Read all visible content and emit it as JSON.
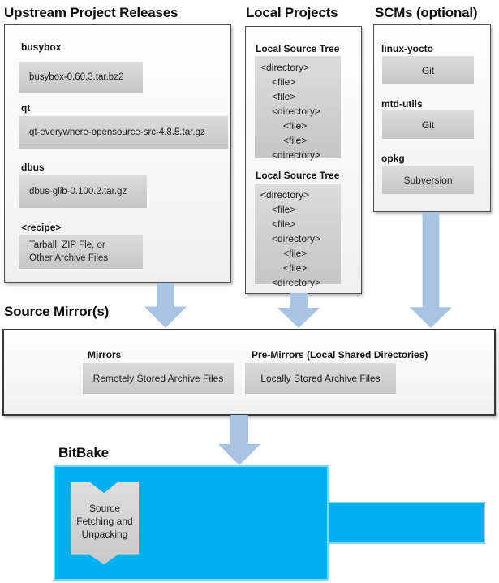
{
  "upstream": {
    "title": "Upstream Project Releases",
    "items": [
      {
        "name": "busybox",
        "artifact": "busybox-0.60.3.tar.bz2"
      },
      {
        "name": "qt",
        "artifact": "qt-everywhere-opensource-src-4.8.5.tar.gz"
      },
      {
        "name": "dbus",
        "artifact": "dbus-glib-0.100.2.tar.gz"
      },
      {
        "name": "<recipe>",
        "artifact": "Tarball, ZIP Fle, or\nOther Archive Files"
      }
    ]
  },
  "local_projects": {
    "title": "Local Projects",
    "tree_label_1": "Local Source Tree",
    "tree_label_2": "Local Source Tree",
    "tree_lines": [
      "<directory>",
      "<file>",
      "<file>",
      "<directory>",
      "<file>",
      "<file>",
      "<directory>"
    ]
  },
  "scms": {
    "title": "SCMs (optional)",
    "items": [
      {
        "name": "linux-yocto",
        "scm": "Git"
      },
      {
        "name": "mtd-utils",
        "scm": "Git"
      },
      {
        "name": "opkg",
        "scm": "Subversion"
      }
    ]
  },
  "source_mirrors": {
    "title": "Source Mirror(s)",
    "mirrors": {
      "label": "Mirrors",
      "value": "Remotely Stored Archive Files"
    },
    "premirrors": {
      "label": "Pre-Mirrors (Local Shared Directories)",
      "value": "Locally Stored Archive Files"
    }
  },
  "bitbake": {
    "title": "BitBake",
    "process_step": "Source\nFetching and\nUnpacking"
  },
  "colors": {
    "bitbake_fill": "#00b0f0",
    "bitbake_border": "#7fd8f8",
    "arrow_fill": "#a8c4e2",
    "gray_box_top": "#dcdcdc",
    "gray_box_bottom": "#c6c6c6"
  }
}
